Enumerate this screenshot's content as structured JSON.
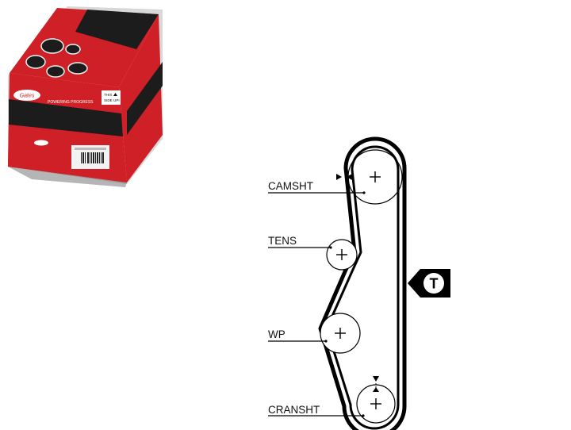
{
  "product_box": {
    "brand": "Gates",
    "slogan": "POWERING PROGRESS",
    "side_note_line1": "THIS",
    "side_note_line2": "SIDE UP!",
    "colors": {
      "red": "#cf2027",
      "dark": "#1c1c1c",
      "light": "#efefef"
    }
  },
  "diagram": {
    "labels": {
      "camshaft": "CAMSHT",
      "tensioner": "TENS",
      "water_pump": "WP",
      "crankshaft": "CRANSHT"
    },
    "tension_marker": "T",
    "colors": {
      "belt": "#000000",
      "pulley": "#000000",
      "background": "#ffffff"
    }
  }
}
